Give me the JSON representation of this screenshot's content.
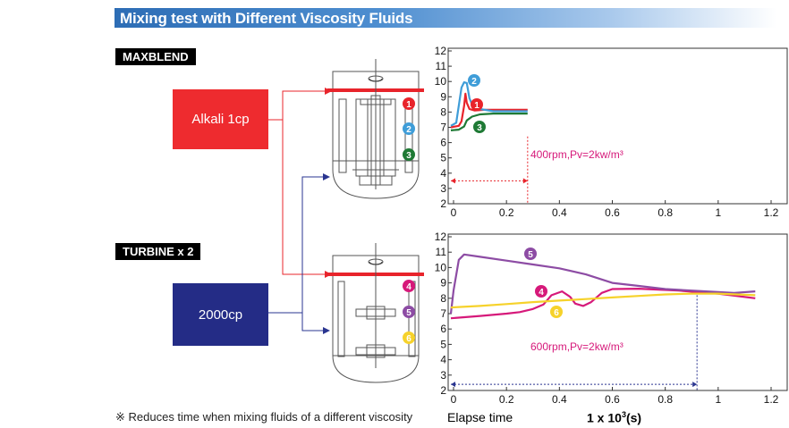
{
  "title": "Mixing test with Different Viscosity Fluids",
  "sections": [
    {
      "label": "MAXBLEND",
      "fluid": "Alkali 1cp",
      "fluid_color": "#ee2b2f"
    },
    {
      "label": "TURBINE x 2",
      "fluid": "2000cp",
      "fluid_color": "#242c86"
    }
  ],
  "badges_top": [
    "1",
    "2",
    "3"
  ],
  "badges_bottom": [
    "4",
    "5",
    "6"
  ],
  "footnote": "※ Reduces time when mixing fluids of a different viscosity",
  "x_title": "Elapse time",
  "x_unit_base": "1 x 10",
  "x_unit_exp": "3",
  "x_unit_tail": "(s)",
  "chart_data": [
    {
      "type": "line",
      "annotation": "400rpm,Pv=2kw/m³",
      "x_ticks": [
        "0",
        "0.2",
        "0.4",
        "0.6",
        "0.8",
        "1",
        "1.2"
      ],
      "y_ticks": [
        "2",
        "3",
        "4",
        "5",
        "6",
        "7",
        "8",
        "9",
        "10",
        "11",
        "12"
      ],
      "xlim": [
        0,
        1.2
      ],
      "ylim": [
        2,
        12
      ],
      "marker_x": 0.28,
      "series": [
        {
          "badge": "1",
          "color": "#e8242b",
          "points": [
            [
              -0.01,
              7.0
            ],
            [
              0.02,
              7.1
            ],
            [
              0.03,
              7.4
            ],
            [
              0.04,
              8.4
            ],
            [
              0.045,
              9.2
            ],
            [
              0.05,
              8.6
            ],
            [
              0.06,
              8.2
            ],
            [
              0.08,
              8.1
            ],
            [
              0.12,
              8.15
            ],
            [
              0.2,
              8.15
            ],
            [
              0.28,
              8.15
            ]
          ]
        },
        {
          "badge": "2",
          "color": "#3f9dd8",
          "points": [
            [
              -0.01,
              7.1
            ],
            [
              0.01,
              7.3
            ],
            [
              0.03,
              9.6
            ],
            [
              0.04,
              9.95
            ],
            [
              0.05,
              9.9
            ],
            [
              0.06,
              8.9
            ],
            [
              0.07,
              8.5
            ],
            [
              0.1,
              8.2
            ],
            [
              0.15,
              8.05
            ],
            [
              0.28,
              8.05
            ]
          ]
        },
        {
          "badge": "3",
          "color": "#1f7a35",
          "points": [
            [
              -0.01,
              6.8
            ],
            [
              0.02,
              6.85
            ],
            [
              0.04,
              7.05
            ],
            [
              0.05,
              7.45
            ],
            [
              0.07,
              7.7
            ],
            [
              0.1,
              7.85
            ],
            [
              0.15,
              7.9
            ],
            [
              0.28,
              7.9
            ]
          ]
        }
      ]
    },
    {
      "type": "line",
      "annotation": "600rpm,Pv=2kw/m³",
      "x_ticks": [
        "0",
        "0.2",
        "0.4",
        "0.6",
        "0.8",
        "1",
        "1.2"
      ],
      "y_ticks": [
        "2",
        "3",
        "4",
        "5",
        "6",
        "7",
        "8",
        "9",
        "10",
        "11",
        "12"
      ],
      "xlim": [
        0,
        1.2
      ],
      "ylim": [
        2,
        12
      ],
      "marker_x": 0.92,
      "series": [
        {
          "badge": "4",
          "color": "#d6197a",
          "points": [
            [
              -0.01,
              6.7
            ],
            [
              0.1,
              6.85
            ],
            [
              0.2,
              7.0
            ],
            [
              0.25,
              7.1
            ],
            [
              0.3,
              7.3
            ],
            [
              0.34,
              7.6
            ],
            [
              0.37,
              8.2
            ],
            [
              0.41,
              8.45
            ],
            [
              0.44,
              8.1
            ],
            [
              0.46,
              7.65
            ],
            [
              0.49,
              7.5
            ],
            [
              0.52,
              7.75
            ],
            [
              0.56,
              8.35
            ],
            [
              0.6,
              8.6
            ],
            [
              0.7,
              8.62
            ],
            [
              0.85,
              8.5
            ],
            [
              1.0,
              8.3
            ],
            [
              1.14,
              8.0
            ]
          ]
        },
        {
          "badge": "5",
          "color": "#8d4ca4",
          "points": [
            [
              -0.01,
              7.0
            ],
            [
              0.0,
              8.5
            ],
            [
              0.02,
              10.5
            ],
            [
              0.04,
              10.85
            ],
            [
              0.1,
              10.7
            ],
            [
              0.2,
              10.45
            ],
            [
              0.3,
              10.2
            ],
            [
              0.4,
              9.95
            ],
            [
              0.5,
              9.55
            ],
            [
              0.6,
              9.0
            ],
            [
              0.7,
              8.8
            ],
            [
              0.8,
              8.6
            ],
            [
              0.9,
              8.5
            ],
            [
              1.0,
              8.4
            ],
            [
              1.06,
              8.35
            ],
            [
              1.14,
              8.45
            ]
          ]
        },
        {
          "badge": "6",
          "color": "#f6d22b",
          "points": [
            [
              -0.01,
              7.4
            ],
            [
              0.1,
              7.5
            ],
            [
              0.2,
              7.62
            ],
            [
              0.3,
              7.75
            ],
            [
              0.4,
              7.85
            ],
            [
              0.5,
              7.95
            ],
            [
              0.6,
              8.05
            ],
            [
              0.7,
              8.15
            ],
            [
              0.8,
              8.25
            ],
            [
              0.9,
              8.3
            ],
            [
              1.0,
              8.3
            ],
            [
              1.14,
              8.2
            ]
          ]
        }
      ]
    }
  ]
}
